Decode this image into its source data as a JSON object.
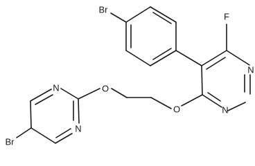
{
  "molecule": {
    "atoms": {
      "br_top": "Br",
      "fluorine": "F",
      "n_pyrimidine_upper": "N",
      "n_pyrimidine_lower": "N",
      "o_right": "O",
      "o_left": "O",
      "n_bromopyrimidine_upper": "N",
      "n_bromopyrimidine_lower": "N",
      "br_bottom": "Br"
    }
  }
}
